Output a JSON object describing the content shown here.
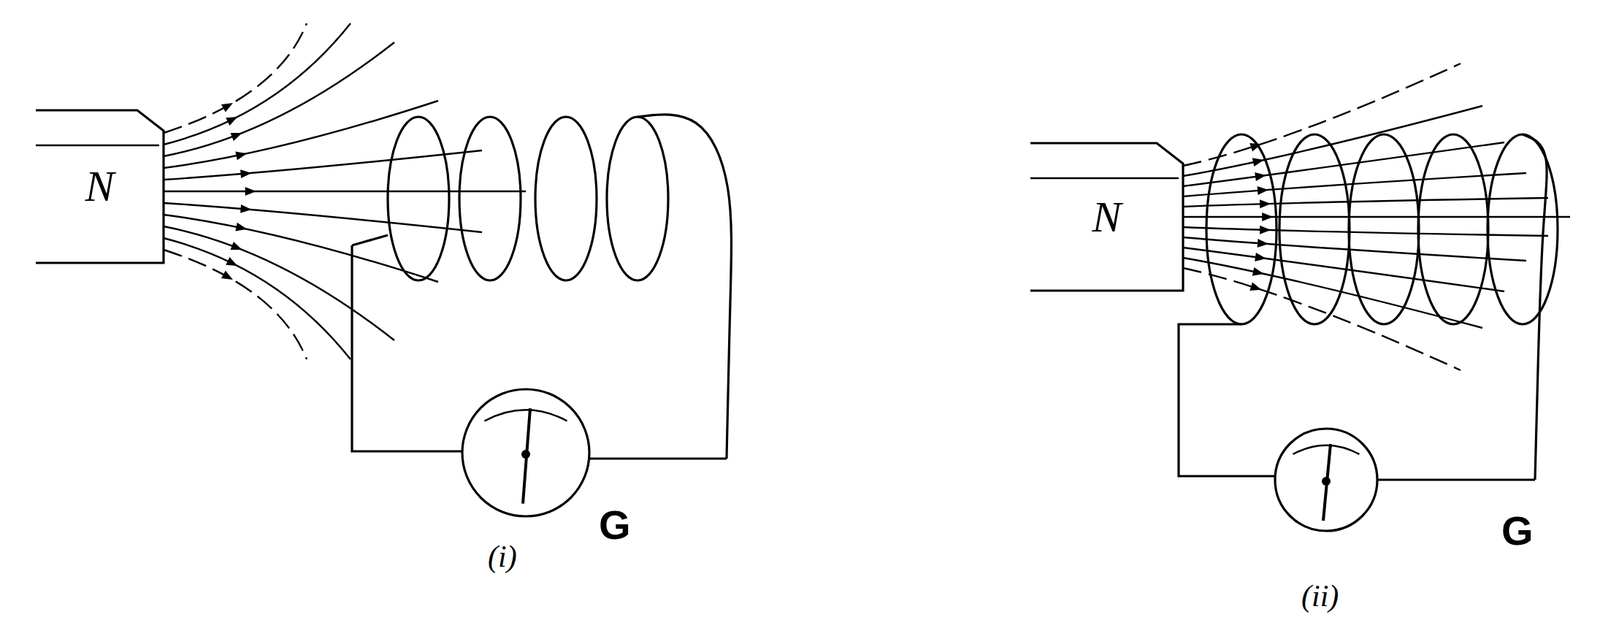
{
  "diagram": {
    "nodes": [
      {
        "text": [
          "N"
        ]
      },
      {
        "text": [
          "N"
        ]
      }
    ],
    "labels": [
      "G",
      "(i)",
      "G",
      "(ii)"
    ]
  }
}
